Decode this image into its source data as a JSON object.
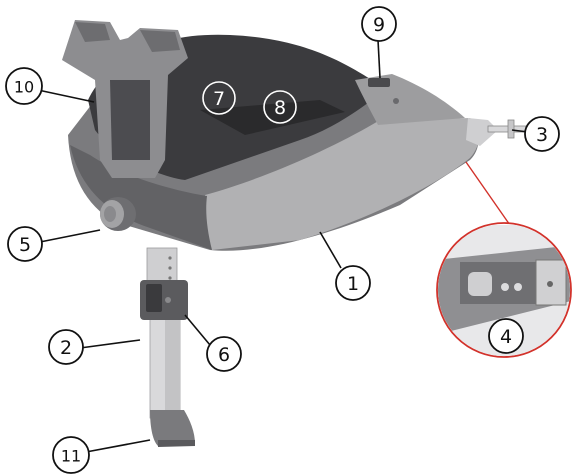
{
  "callouts": [
    {
      "id": "c1",
      "text": "1"
    },
    {
      "id": "c2",
      "text": "2"
    },
    {
      "id": "c3",
      "text": "3"
    },
    {
      "id": "c4",
      "text": "4"
    },
    {
      "id": "c5",
      "text": "5"
    },
    {
      "id": "c6",
      "text": "6"
    },
    {
      "id": "c7",
      "text": "7"
    },
    {
      "id": "c8",
      "text": "8"
    },
    {
      "id": "c9",
      "text": "9"
    },
    {
      "id": "c10",
      "text": "10"
    },
    {
      "id": "c11",
      "text": "11"
    }
  ],
  "colors": {
    "body_light": "#a9a9ab",
    "body_mid": "#8c8c8e",
    "body_dark": "#5f5f62",
    "seat_dark": "#3a3a3c",
    "detail_line": "#d2322b"
  }
}
